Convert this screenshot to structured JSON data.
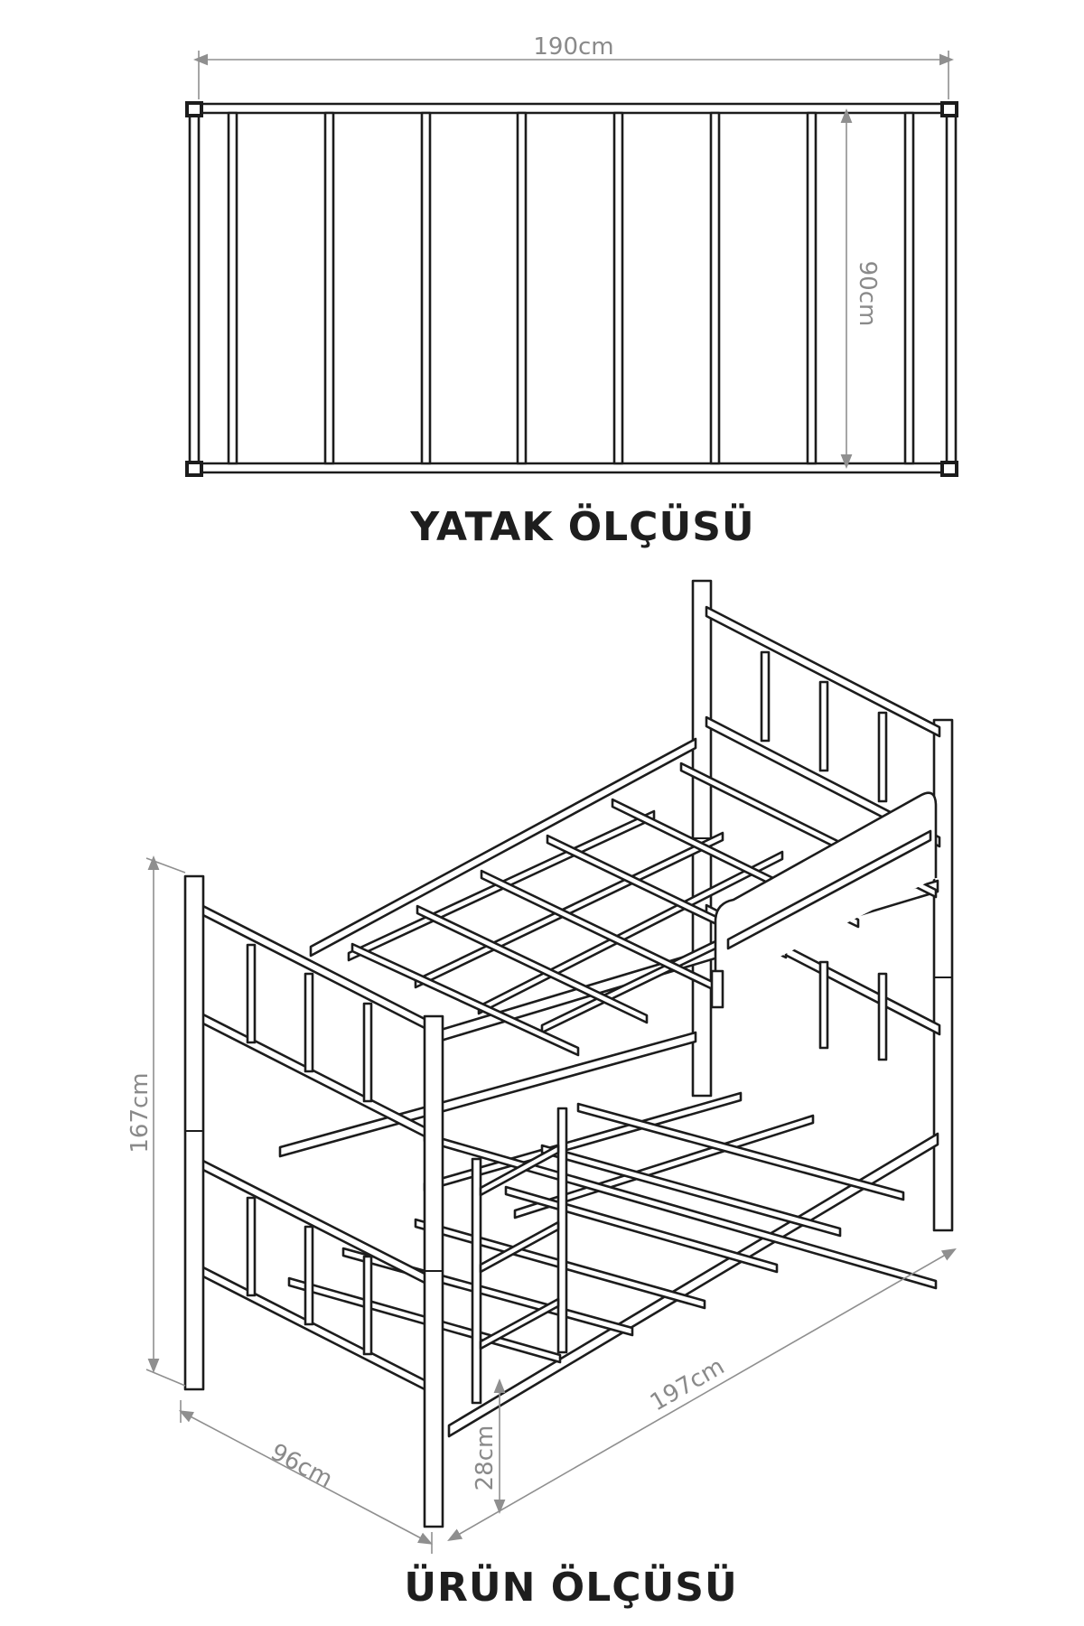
{
  "top_view": {
    "width_label": "190cm",
    "height_label": "90cm",
    "caption": "YATAK ÖLÇÜSÜ"
  },
  "product_view": {
    "height_label": "167cm",
    "width_label": "96cm",
    "length_label": "197cm",
    "clearance_label": "28cm",
    "caption": "ÜRÜN ÖLÇÜSÜ"
  },
  "colors": {
    "line": "#1c1c1c",
    "dimension": "#8f8f8f",
    "caption": "#1e1e1e",
    "background": "#ffffff"
  }
}
